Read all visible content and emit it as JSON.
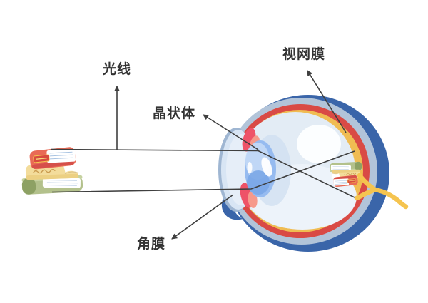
{
  "labels": {
    "light_ray": "光线",
    "lens": "晶状体",
    "retina": "视网膜",
    "cornea": "角膜"
  },
  "colors": {
    "background": "#ffffff",
    "line": "#3f3f3f",
    "text": "#333333",
    "sclera_outer": "#3a65a9",
    "sclera_inner": "#b2c4d9",
    "choroid": "#d94a45",
    "retina_layer": "#f0bc52",
    "vitreous": "#e3ecf5",
    "cornea": "#d8e5f4",
    "lens": "#96bbf0",
    "iris_dark": "#ee5368",
    "iris_light": "#f6998b",
    "optic_nerve": "#f5c44f",
    "book_red": "#e96a55",
    "book_red_dark": "#d5504a",
    "book_yellow": "#f3dc9b",
    "book_yellow_dark": "#ecd083",
    "book_green": "#b3c18c",
    "book_green_dark": "#8da164",
    "pages": "#ffffff"
  }
}
